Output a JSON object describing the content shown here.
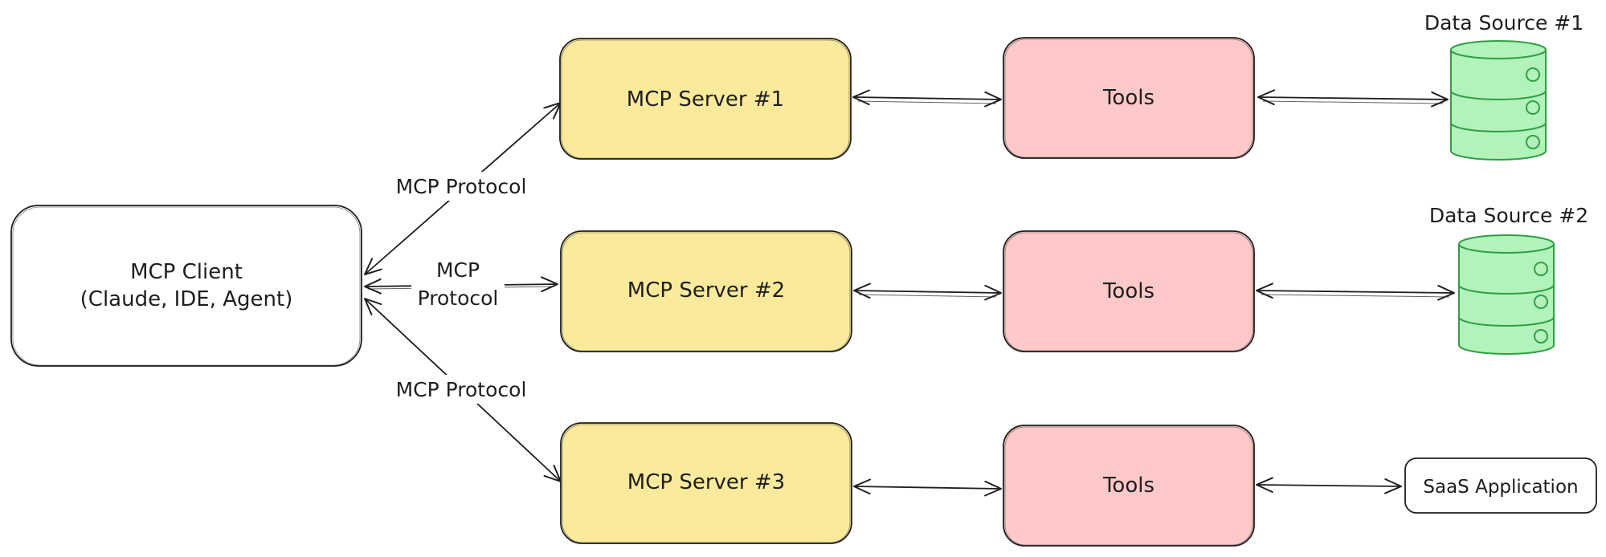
{
  "client": {
    "line1": "MCP Client",
    "line2": "(Claude, IDE, Agent)"
  },
  "protocols": {
    "top": "MCP Protocol",
    "middle_line1": "MCP",
    "middle_line2": "Protocol",
    "bottom": "MCP Protocol"
  },
  "servers": [
    {
      "label": "MCP Server #1"
    },
    {
      "label": "MCP Server #2"
    },
    {
      "label": "MCP Server #3"
    }
  ],
  "tools": [
    {
      "label": "Tools"
    },
    {
      "label": "Tools"
    },
    {
      "label": "Tools"
    }
  ],
  "data_sources": [
    {
      "label": "Data Source #1"
    },
    {
      "label": "Data Source #2"
    }
  ],
  "saas": {
    "label": "SaaS Application"
  },
  "colors": {
    "server_fill": "#fbea9c",
    "tools_fill": "#ffc9c9",
    "database_fill": "#b2f2bb",
    "database_stroke": "#2f9e44",
    "stroke": "#1e1e1e",
    "background": "#ffffff"
  }
}
